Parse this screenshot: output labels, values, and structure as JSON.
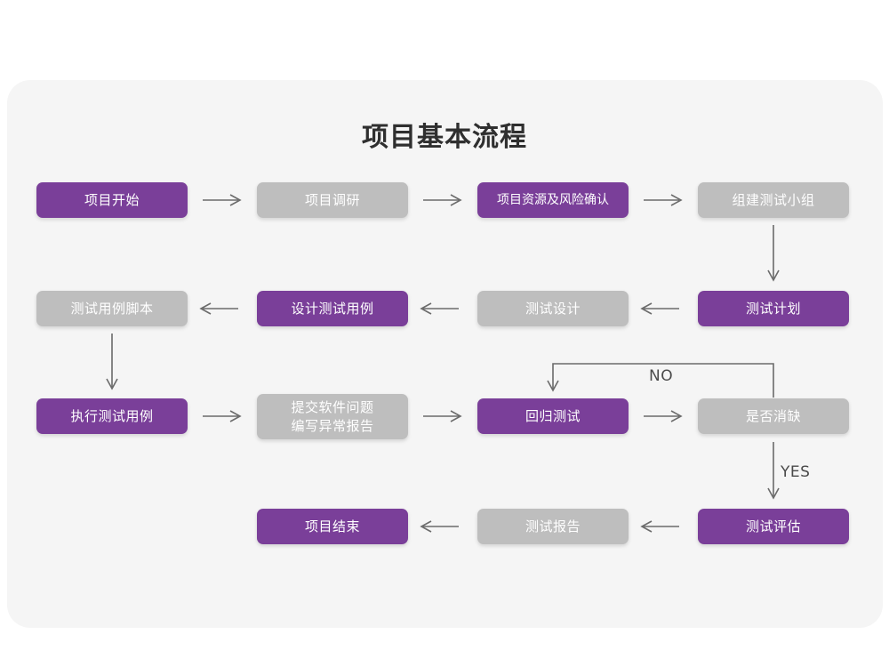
{
  "page": {
    "title": "项目基本流程",
    "card_bg": "#f5f5f5",
    "page_bg": "#ffffff"
  },
  "colors": {
    "purple": "#7a3f99",
    "gray": "#bebebe",
    "node_text": "#ffffff",
    "title_text": "#2f2f2f",
    "edge": "#6b6b6b",
    "edge_label_text": "#4a4a4a"
  },
  "flowchart": {
    "type": "flowchart",
    "orientation": "left-to-right serpentine",
    "nodes": [
      {
        "id": "n1",
        "label": "项目开始",
        "style": "purple",
        "row": 1,
        "col": 1
      },
      {
        "id": "n2",
        "label": "项目调研",
        "style": "gray",
        "row": 1,
        "col": 2
      },
      {
        "id": "n3",
        "label": "项目资源及风险确认",
        "style": "purple",
        "row": 1,
        "col": 3
      },
      {
        "id": "n4",
        "label": "组建测试小组",
        "style": "gray",
        "row": 1,
        "col": 4
      },
      {
        "id": "n5",
        "label": "测试用例脚本",
        "style": "gray",
        "row": 2,
        "col": 1
      },
      {
        "id": "n6",
        "label": "设计测试用例",
        "style": "purple",
        "row": 2,
        "col": 2
      },
      {
        "id": "n7",
        "label": "测试设计",
        "style": "gray",
        "row": 2,
        "col": 3
      },
      {
        "id": "n8",
        "label": "测试计划",
        "style": "purple",
        "row": 2,
        "col": 4
      },
      {
        "id": "n9",
        "label": "执行测试用例",
        "style": "purple",
        "row": 3,
        "col": 1
      },
      {
        "id": "n10",
        "label": "提交软件问题\n编写异常报告",
        "style": "gray",
        "row": 3,
        "col": 2
      },
      {
        "id": "n11",
        "label": "回归测试",
        "style": "purple",
        "row": 3,
        "col": 3
      },
      {
        "id": "n12",
        "label": "是否消缺",
        "style": "gray",
        "row": 3,
        "col": 4
      },
      {
        "id": "n13",
        "label": "项目结束",
        "style": "purple",
        "row": 4,
        "col": 2
      },
      {
        "id": "n14",
        "label": "测试报告",
        "style": "gray",
        "row": 4,
        "col": 3
      },
      {
        "id": "n15",
        "label": "测试评估",
        "style": "purple",
        "row": 4,
        "col": 4
      }
    ],
    "edges": [
      {
        "from": "n1",
        "to": "n2",
        "dir": "right",
        "label": ""
      },
      {
        "from": "n2",
        "to": "n3",
        "dir": "right",
        "label": ""
      },
      {
        "from": "n3",
        "to": "n4",
        "dir": "right",
        "label": ""
      },
      {
        "from": "n4",
        "to": "n8",
        "dir": "down",
        "label": ""
      },
      {
        "from": "n8",
        "to": "n7",
        "dir": "left",
        "label": ""
      },
      {
        "from": "n7",
        "to": "n6",
        "dir": "left",
        "label": ""
      },
      {
        "from": "n6",
        "to": "n5",
        "dir": "left",
        "label": ""
      },
      {
        "from": "n5",
        "to": "n9",
        "dir": "down",
        "label": ""
      },
      {
        "from": "n9",
        "to": "n10",
        "dir": "right",
        "label": ""
      },
      {
        "from": "n10",
        "to": "n11",
        "dir": "right",
        "label": ""
      },
      {
        "from": "n11",
        "to": "n12",
        "dir": "right",
        "label": ""
      },
      {
        "from": "n12",
        "to": "n11",
        "dir": "loop-back-top",
        "label": "NO"
      },
      {
        "from": "n12",
        "to": "n15",
        "dir": "down",
        "label": "YES"
      },
      {
        "from": "n15",
        "to": "n14",
        "dir": "left",
        "label": ""
      },
      {
        "from": "n14",
        "to": "n13",
        "dir": "left",
        "label": ""
      }
    ],
    "edge_labels": [
      {
        "id": "lbl-no",
        "text": "NO"
      },
      {
        "id": "lbl-yes",
        "text": "YES"
      }
    ]
  }
}
